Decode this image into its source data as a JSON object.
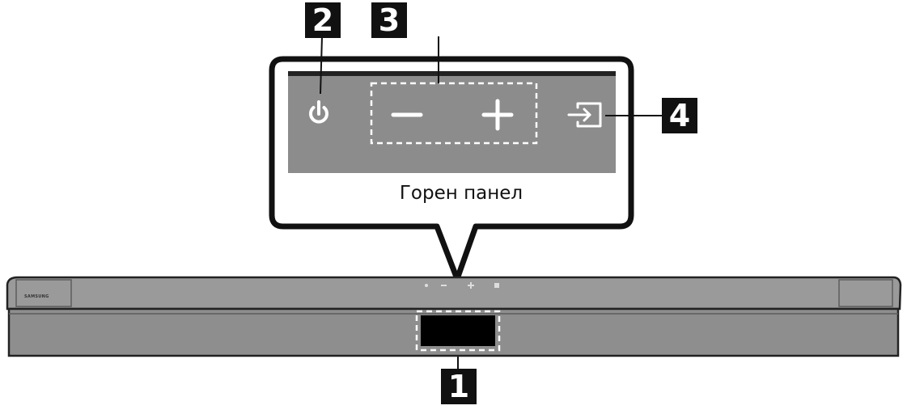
{
  "callouts": {
    "display": "1",
    "power": "2",
    "volume": "3",
    "source": "4"
  },
  "top_panel": {
    "caption": "Горен панел",
    "buttons": [
      {
        "icon": "power-icon"
      },
      {
        "icon": "minus-icon"
      },
      {
        "icon": "plus-icon"
      },
      {
        "icon": "source-input-icon"
      }
    ]
  },
  "soundbar": {
    "brand": "SAMSUNG",
    "top_icons": [
      "power-icon",
      "minus-icon",
      "plus-icon",
      "source-input-icon"
    ]
  },
  "colors": {
    "panel": "#8c8c8c",
    "panel_edge": "#222222",
    "soundbar_top": "#9a9a9a",
    "soundbar_front": "#8e8e8e",
    "display": "#000000",
    "label_box": "#111111",
    "icon": "#ffffff"
  }
}
